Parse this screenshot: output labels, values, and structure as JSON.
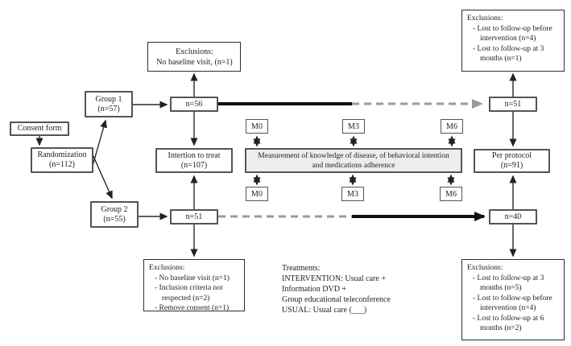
{
  "figure": {
    "description": "Randomized trial participant flow diagram"
  },
  "flow": {
    "consent": {
      "label": "Consent form"
    },
    "randomization": {
      "title": "Randomization",
      "n": "(n=112)"
    },
    "group1": {
      "title": "Group 1",
      "n": "(n=57)"
    },
    "group2": {
      "title": "Group 2",
      "n": "(n=55)"
    },
    "n56": {
      "label": "n=56"
    },
    "n51_left": {
      "label": "n=51"
    },
    "n51_right": {
      "label": "n=51"
    },
    "n40": {
      "label": "n=40"
    },
    "intention_to_treat": {
      "title": "Intertion to treat",
      "n": "(n=107)"
    },
    "per_protocol": {
      "title": "Per protocol",
      "n": "(n=91)"
    }
  },
  "measurement": {
    "label": "Measurement of knowledge of disease, of behavioral intention and medications adherence",
    "timepoints_top": [
      "M0",
      "M3",
      "M6"
    ],
    "timepoints_bottom": [
      "M0",
      "M3",
      "M6"
    ]
  },
  "exclusions": {
    "top_center": {
      "title": "Exclusions:",
      "items": [
        "No baseline visit, (n=1)"
      ]
    },
    "top_right": {
      "title": "Exclusions:",
      "items": [
        "- Lost to follow-up before intervention (n=4)",
        "- Lost to follow-up at 3 months (n=1)"
      ]
    },
    "bottom_left": {
      "title": "Exclusions:",
      "items": [
        "- No baseline visit (n=1)",
        "- Inclusion criteria not respected (n=2)",
        "- Remove consent (n=1)"
      ]
    },
    "bottom_right": {
      "title": "Exclusions:",
      "items": [
        "- Lost to follow-up at 3 months (n=5)",
        "- Lost to follow-up before intervention (n=4)",
        "- Lost to follow-up at 6 months (n=2)"
      ]
    }
  },
  "treatments": {
    "lines": [
      "Treatments:",
      "INTERVENTION: Usual care +",
      "Information DVD +",
      "Group educational teleconference",
      "USUAL: Usual care (___)"
    ]
  },
  "colors": {
    "line": "#2b2b2b",
    "dashed_line": "#9a9a9a",
    "box_border": "#545454",
    "measurement_fill": "#ededed"
  }
}
